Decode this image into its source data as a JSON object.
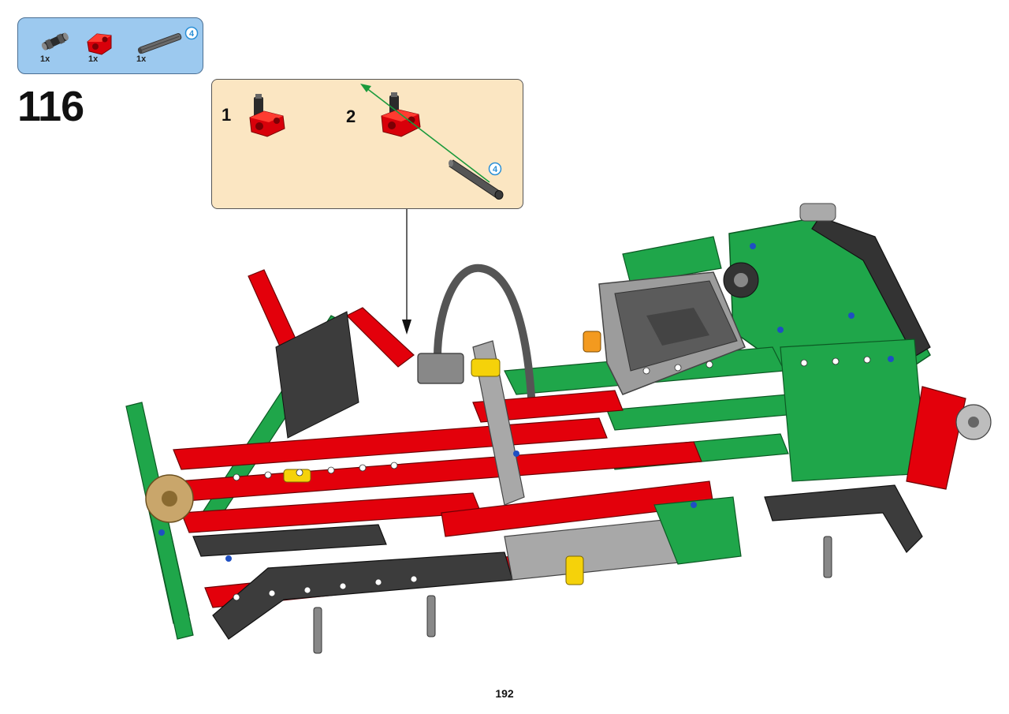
{
  "step": {
    "number": "116"
  },
  "parts_list": [
    {
      "name": "axle-connector",
      "quantity": "1x"
    },
    {
      "name": "red-cross-block",
      "quantity": "1x"
    },
    {
      "name": "axle-4",
      "quantity": "1x",
      "length_badge": "4"
    }
  ],
  "substeps": [
    {
      "label": "1"
    },
    {
      "label": "2",
      "axle_badge": "4"
    }
  ],
  "page": {
    "number": "192"
  },
  "colors": {
    "parts_box_bg": "#9cc9ef",
    "substep_box_bg": "#fbe6c2",
    "brick_red": "#e3000b",
    "brick_green": "#1fa64a",
    "dark_gray": "#3c3c3c",
    "light_gray": "#a8a8a8",
    "arrow_green": "#1b9a3c"
  }
}
